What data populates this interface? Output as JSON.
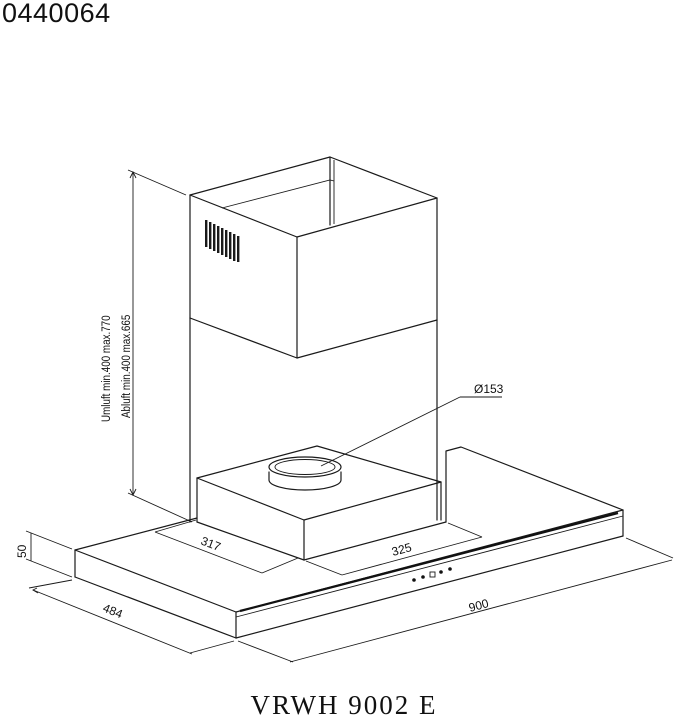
{
  "header": {
    "article_number": "0440064"
  },
  "footer": {
    "model_name": "VRWH 9002 E"
  },
  "dimensions": {
    "height_recirculation": "Umluft min.400 max.770",
    "height_extraction": "Abluft min.400 max.665",
    "outlet_diameter": "Ø153",
    "chimney_depth": "317",
    "chimney_width": "325",
    "canopy_thickness": "50",
    "canopy_depth": "484",
    "canopy_width": "900"
  }
}
